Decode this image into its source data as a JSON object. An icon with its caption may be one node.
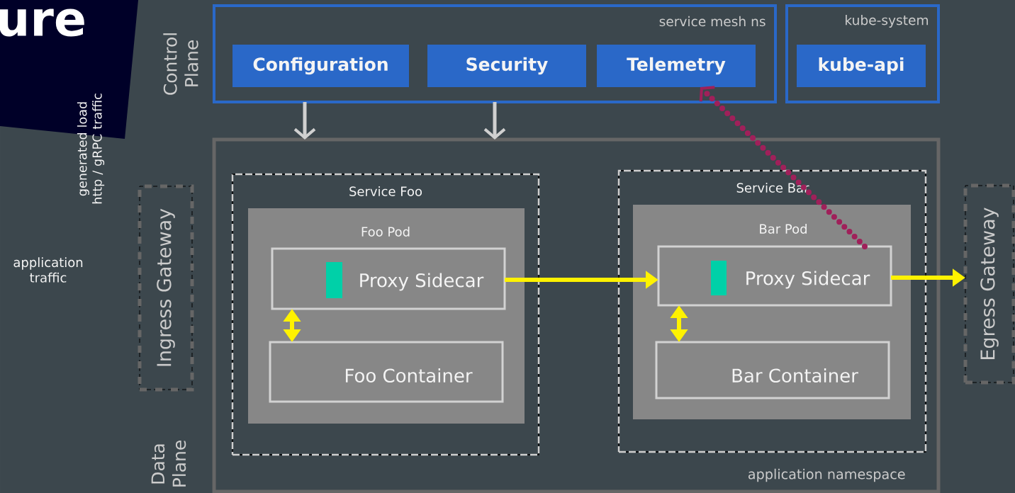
{
  "diagram": {
    "title": "ure",
    "nodes": [
      {
        "text": [
          "service mesh ns"
        ]
      },
      {
        "text": [
          "Configuration"
        ],
        "in": 0
      },
      {
        "text": [
          "Security"
        ],
        "in": 0
      },
      {
        "text": [
          "Telemetry"
        ],
        "in": 0
      },
      {
        "text": [
          "kube-system"
        ]
      },
      {
        "text": [
          "kube-api"
        ],
        "in": 4
      },
      {
        "text": [
          "application namespace"
        ]
      },
      {
        "text": [
          "Service Foo"
        ],
        "in": 6
      },
      {
        "text": [
          "Foo Pod"
        ],
        "in": 7
      },
      {
        "text": [
          "Proxy Sidecar"
        ],
        "in": 8
      },
      {
        "text": [
          "Foo Container"
        ],
        "in": 8
      },
      {
        "text": [
          "Service Bar"
        ],
        "in": 6
      },
      {
        "text": [
          "Bar Pod"
        ],
        "in": 11
      },
      {
        "text": [
          "Proxy Sidecar"
        ],
        "in": 12
      },
      {
        "text": [
          "Bar Container"
        ],
        "in": 12
      },
      {
        "text": [
          "Ingress Gateway"
        ]
      },
      {
        "text": [
          "Egress Gateway"
        ]
      }
    ],
    "edges": [
      {
        "from": 0,
        "to": 6,
        "arrow": "to",
        "color": "#d0d0d0"
      },
      {
        "from": 0,
        "to": 6,
        "arrow": "to",
        "color": "#d0d0d0"
      },
      {
        "from": 9,
        "to": 13,
        "arrow": "to"
      },
      {
        "from": 9,
        "to": 10,
        "arrow": "both"
      },
      {
        "from": 13,
        "to": 16,
        "arrow": "to"
      },
      {
        "from": 13,
        "to": 14,
        "arrow": "both"
      },
      {
        "from": 13,
        "to": 3,
        "arrow": "to",
        "style": "dashed",
        "color": "#a0205a"
      }
    ],
    "labels": [
      "Control Plane",
      "generated load http / gRPC traffic",
      "application traffic",
      "Data Plane"
    ]
  }
}
